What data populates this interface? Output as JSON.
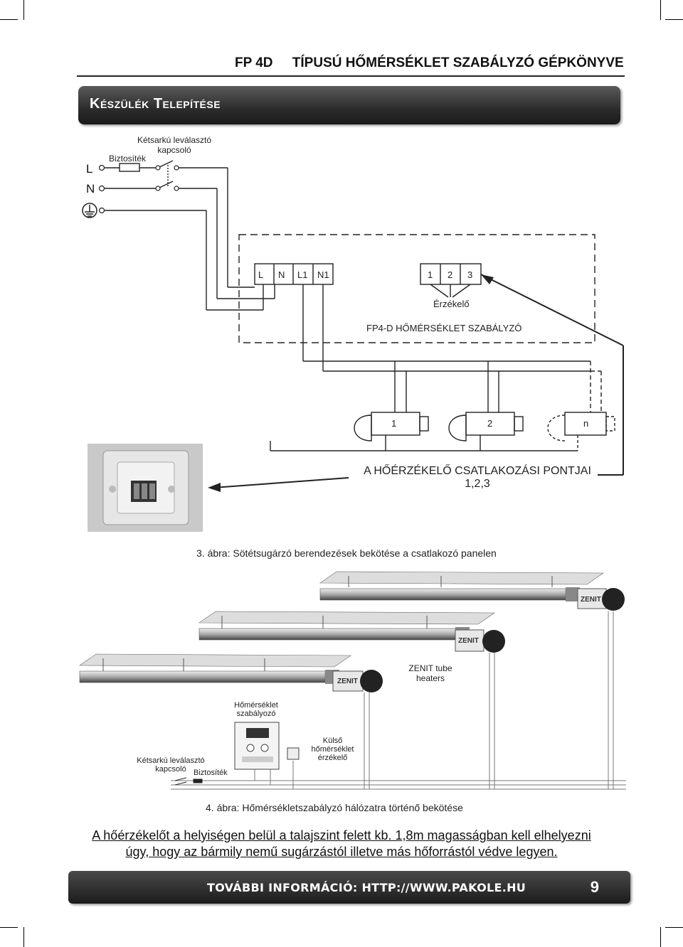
{
  "header": {
    "code": "FP 4D",
    "title": "TÍPUSÚ HŐMÉRSÉKLET SZABÁLYZÓ GÉPKÖNYVE"
  },
  "section": {
    "title": "Készülék Telepítése"
  },
  "fig3": {
    "label_switch_line1": "Kétsarkú leválasztó",
    "label_switch_line2": "kapcsoló",
    "label_fuse": "Biztosíték",
    "line_L": "L",
    "line_N": "N",
    "terminals_left": [
      "L",
      "N",
      "L1",
      "N1"
    ],
    "terminals_right": [
      "1",
      "2",
      "3"
    ],
    "sensor_label": "Érzékelő",
    "controller_label": "FP4-D HŐMÉRSÉKLET SZABÁLYZÓ",
    "heaters": [
      "1",
      "2",
      "n"
    ],
    "connection_points_line1": "A HŐÉRZÉKELŐ CSATLAKOZÁSI PONTJAI",
    "connection_points_line2": "1,2,3",
    "caption": "3. ábra: Sötétsugárzó berendezések bekötése a csatlakozó panelen"
  },
  "fig4": {
    "zenit_brand": "ZENIT",
    "heaters_label_line1": "ZENIT tube",
    "heaters_label_line2": "heaters",
    "controller_label_line1": "Hőmérséklet",
    "controller_label_line2": "szabályozó",
    "switch_label_line1": "Kétsarkú leválasztó",
    "switch_label_line2": "kapcsoló",
    "fuse_label": "Biztosíték",
    "sensor_label_line1": "Külső",
    "sensor_label_line2": "hőmérséklet",
    "sensor_label_line3": "érzékelő",
    "caption": "4. ábra: Hőmérsékletszabályzó hálózatra történő bekötése"
  },
  "note": {
    "line1": "A hőérzékelőt a helyiségen belül a talajszint felett kb. 1,8m magasságban kell elhelyezni",
    "line2": "úgy, hogy az bármily nemű sugárzástól illetve más hőforrástól védve legyen."
  },
  "footer": {
    "info": "TOVÁBBI INFORMÁCIÓ: HTTP://WWW.PAKOLE.HU",
    "page": "9"
  },
  "colors": {
    "banner": "#2c2c2c",
    "line": "#222222"
  }
}
